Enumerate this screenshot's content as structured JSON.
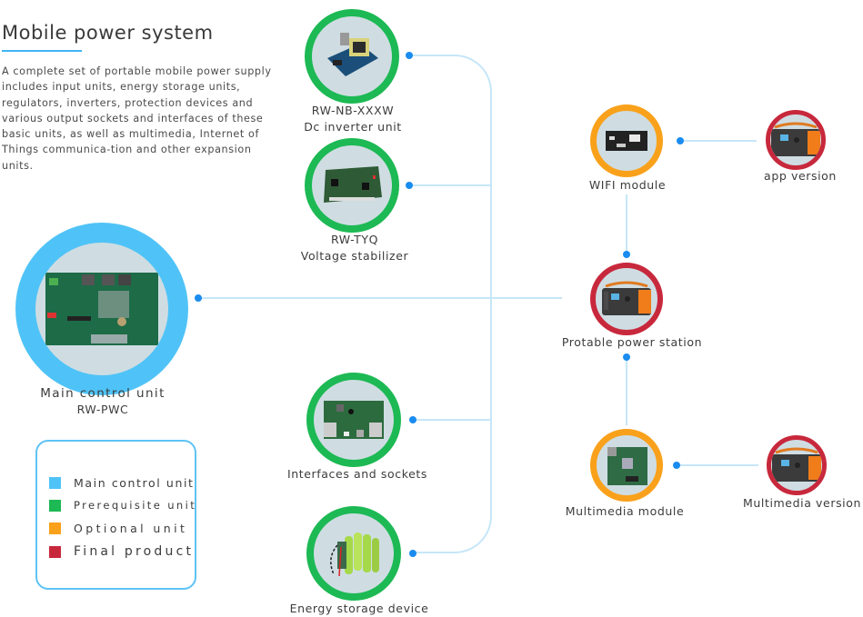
{
  "header": {
    "title": "Mobile power system",
    "description": "A complete set of portable mobile power supply includes input units, energy storage units, regulators, inverters, protection devices and various output sockets and interfaces of these basic units, as well as multimedia, Internet of Things communica-tion and other expansion units."
  },
  "colors": {
    "main_control": "#4fc3f7",
    "prerequisite": "#1db954",
    "optional": "#f9a11b",
    "final_product": "#c8283c",
    "connector": "#c6e6f8",
    "dot": "#1a8cf0",
    "inner_fill": "#cfdde3"
  },
  "nodes": {
    "main_control": {
      "line1": "Main control unit",
      "line2": "RW-PWC",
      "category": "main_control",
      "image": "circuit-board-icon"
    },
    "dc_inverter": {
      "line1": "RW-NB-XXXW",
      "line2": "Dc inverter unit",
      "category": "prerequisite",
      "image": "transformer-board-icon"
    },
    "voltage_stabilizer": {
      "line1": "RW-TYQ",
      "line2": "Voltage stabilizer",
      "category": "prerequisite",
      "image": "pcb-icon"
    },
    "interfaces_sockets": {
      "line1": "Interfaces and sockets",
      "category": "prerequisite",
      "image": "usb-board-icon"
    },
    "energy_storage": {
      "line1": "Energy storage device",
      "category": "prerequisite",
      "image": "battery-pack-icon"
    },
    "wifi_module": {
      "line1": "WIFI module",
      "category": "optional",
      "image": "wifi-board-icon"
    },
    "power_station": {
      "line1": "Protable power station",
      "category": "final_product",
      "image": "power-station-icon"
    },
    "multimedia_module": {
      "line1": "Multimedia module",
      "category": "optional",
      "image": "multimedia-board-icon"
    },
    "app_version": {
      "line1": "app version",
      "category": "final_product",
      "image": "power-station-icon"
    },
    "multimedia_version": {
      "line1": "Multimedia version",
      "category": "final_product",
      "image": "power-station-icon"
    }
  },
  "legend": {
    "items": [
      {
        "label": "Main control unit",
        "color": "#4fc3f7"
      },
      {
        "label": "Prerequisite unit",
        "color": "#1db954"
      },
      {
        "label": "Optional unit",
        "color": "#f9a11b"
      },
      {
        "label": "Final product",
        "color": "#c8283c"
      }
    ]
  }
}
